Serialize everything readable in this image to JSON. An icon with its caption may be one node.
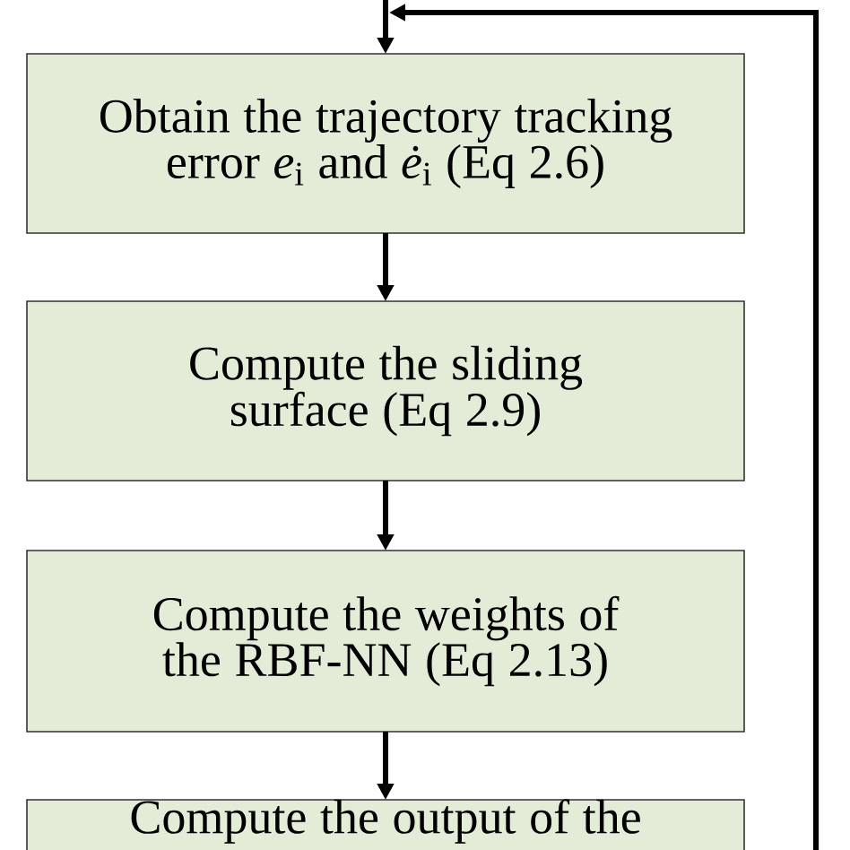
{
  "diagram": {
    "nodes": [
      {
        "text": [
          "Obtain the trajectory tracking error *e*$_{i}$ and *ė*$_{i}$ (Eq 2.6)"
        ]
      },
      {
        "text": [
          "Compute the sliding surface (Eq 2.9)"
        ]
      },
      {
        "text": [
          "Compute the weights of the RBF-NN (Eq 2.13)"
        ]
      },
      {
        "text": [
          "Compute the output of the"
        ]
      }
    ],
    "edges": [
      {
        "from": null,
        "to": 0,
        "arrow": "to"
      },
      {
        "from": 0,
        "to": 1,
        "arrow": "to"
      },
      {
        "from": 1,
        "to": 2,
        "arrow": "to"
      },
      {
        "from": 2,
        "to": 3,
        "arrow": "to"
      },
      {
        "from": null,
        "to": 0,
        "arrow": "to"
      }
    ]
  }
}
